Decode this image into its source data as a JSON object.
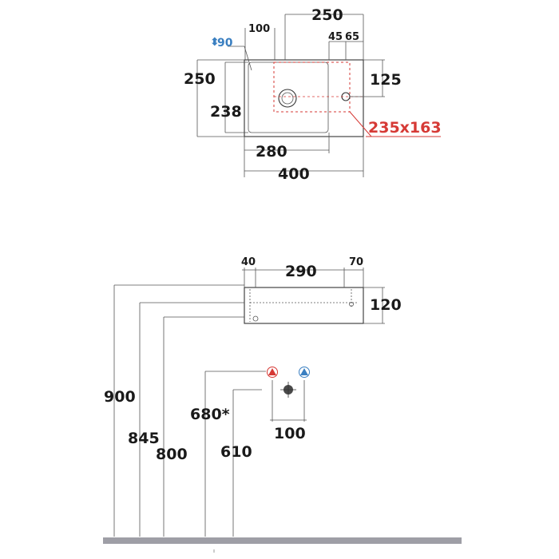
{
  "colors": {
    "line": "#333333",
    "text": "#1a1a1a",
    "red": "#d63a36",
    "blue": "#3a7fc1",
    "floor": "#9e9ea6"
  },
  "top_view": {
    "depth_90": "90",
    "w_100": "100",
    "w_250_top": "250",
    "w_45": "45",
    "w_65": "65",
    "h_250": "250",
    "h_238": "238",
    "h_125": "125",
    "cutout": "235x163",
    "w_280": "280",
    "w_400": "400"
  },
  "front_view": {
    "w_40": "40",
    "w_290": "290",
    "w_70": "70",
    "h_120": "120"
  },
  "heights": {
    "h_900": "900",
    "h_845": "845",
    "h_800": "800",
    "h_680": "680*",
    "h_610": "610",
    "w_100_taps": "100"
  },
  "icons": [
    "hot-water-icon",
    "cold-water-icon",
    "drain-icon"
  ]
}
